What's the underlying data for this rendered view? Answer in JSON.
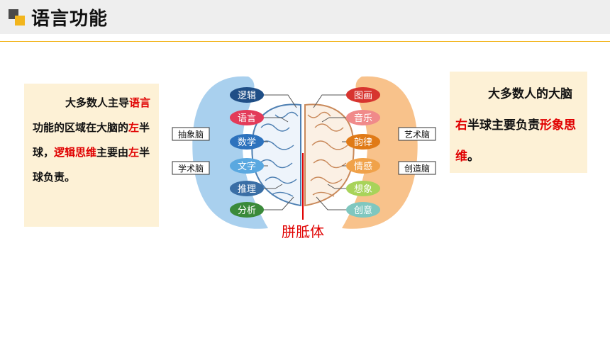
{
  "header": {
    "title": "语言功能"
  },
  "left_note": {
    "parts": [
      "大多数人主导",
      "语言",
      "功能的区域在大脑的",
      "左",
      "半球，",
      "逻辑思维",
      "主要由",
      "左",
      "半球负责。"
    ]
  },
  "right_note": {
    "parts": [
      "大多数人的大脑",
      "右",
      "半球主要负责",
      "形象思维",
      "。"
    ]
  },
  "diagram": {
    "left_bubbles": [
      "逻辑",
      "语言",
      "数学",
      "文字",
      "推理",
      "分析"
    ],
    "right_bubbles": [
      "图画",
      "音乐",
      "韵律",
      "情感",
      "想象",
      "创意"
    ],
    "left_labels": [
      "抽象脑",
      "学术脑"
    ],
    "right_labels": [
      "艺术脑",
      "创造脑"
    ],
    "callosum_label": "胼胝体"
  },
  "colors": {
    "header_bg": "#eeeeee",
    "accent": "#f2b51c",
    "note_bg": "#fdf1d6",
    "emphasis": "#e00000",
    "left_lobe": "#a9d0ee",
    "right_lobe": "#f8c28b"
  }
}
